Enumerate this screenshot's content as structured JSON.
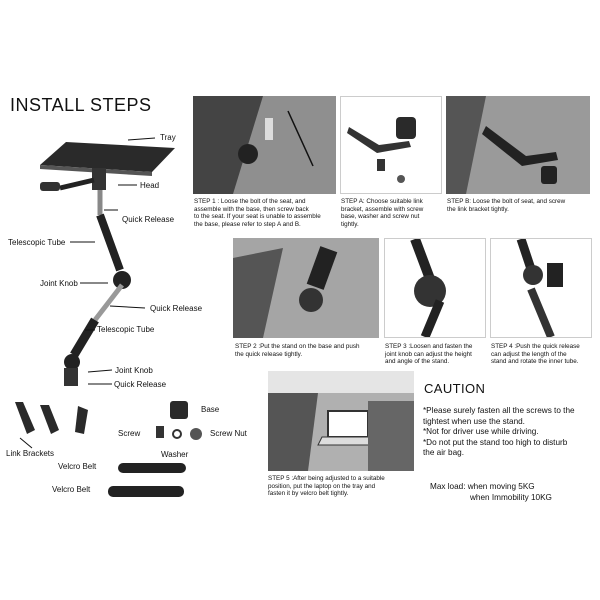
{
  "title": "INSTALL STEPS",
  "parts": {
    "tray": "Tray",
    "head": "Head",
    "quick_release_1": "Quick Release",
    "telescopic_tube_1": "Telescopic Tube",
    "joint_knob_1": "Joint Knob",
    "quick_release_2": "Quick Release",
    "telescopic_tube_2": "Telescopic Tube",
    "joint_knob_2": "Joint Knob",
    "quick_release_3": "Quick Release",
    "base": "Base",
    "screw": "Screw",
    "screw_nut": "Screw Nut",
    "washer": "Washer",
    "link_brackets": "Link Brackets",
    "velcro_belt_1": "Velcro Belt",
    "velcro_belt_2": "Velcro Belt"
  },
  "steps": {
    "step1": [
      "STEP 1 : Loose the bolt of the seat, and",
      "assemble with the base, then screw back",
      "to the seat. If your seat is unable to assemble",
      "the base, please refer to step A and B."
    ],
    "stepA": [
      "STEP A: Choose suitable link",
      "bracket, assemble with screw",
      "base, washer and screw nut",
      "tightly."
    ],
    "stepB": [
      "STEP B: Loose the bolt of seat, and screw",
      "the link bracket tightly."
    ],
    "step2": [
      "STEP 2 :Put the stand on the base and push",
      "the quick release tightly."
    ],
    "step3": [
      "STEP 3 :Loosen and fasten the",
      "joint knob can adjust the height",
      "and angle of the stand."
    ],
    "step4": [
      "STEP 4 :Push the quick release",
      "can adjust the length of the",
      "stand and rotate the inner tube."
    ],
    "step5": [
      "STEP 5 :After being adjusted to a suitable",
      "position, put the laptop on the tray and",
      "fasten it by velcro belt tightly."
    ]
  },
  "caution": {
    "title": "CAUTION",
    "items": [
      "*Please surely fasten all the screws to the",
      "  tightest when use the stand.",
      "*Not  for driver use while driving.",
      "*Do not put the stand too high to disturb",
      "  the air bag."
    ],
    "max_load_1": "Max load: when moving  5KG",
    "max_load_2": "when Immobility 10KG"
  }
}
